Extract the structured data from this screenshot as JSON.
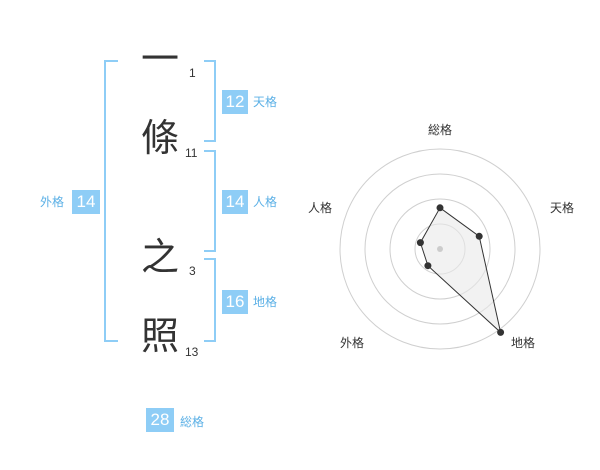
{
  "name": {
    "characters": [
      {
        "char": "一",
        "strokes": "1"
      },
      {
        "char": "條",
        "strokes": "11"
      },
      {
        "char": "之",
        "strokes": "3"
      },
      {
        "char": "照",
        "strokes": "13"
      }
    ]
  },
  "kakusu": {
    "tenkaku": {
      "value": "12",
      "label": "天格"
    },
    "jinkaku": {
      "value": "14",
      "label": "人格"
    },
    "chikaku": {
      "value": "16",
      "label": "地格"
    },
    "gaikaku": {
      "value": "14",
      "label": "外格"
    },
    "soukaku": {
      "value": "28",
      "label": "総格"
    }
  },
  "chart_data": {
    "type": "radar",
    "axes": [
      "総格",
      "天格",
      "地格",
      "外格",
      "人格"
    ],
    "series": [
      {
        "values": [
          2,
          2,
          5,
          1,
          1
        ]
      }
    ],
    "rmax": 5,
    "rings": 4,
    "colors": {
      "ring": "#cfcfcf",
      "fill": "#e9e9e9",
      "line": "#333333",
      "point": "#333333"
    }
  }
}
